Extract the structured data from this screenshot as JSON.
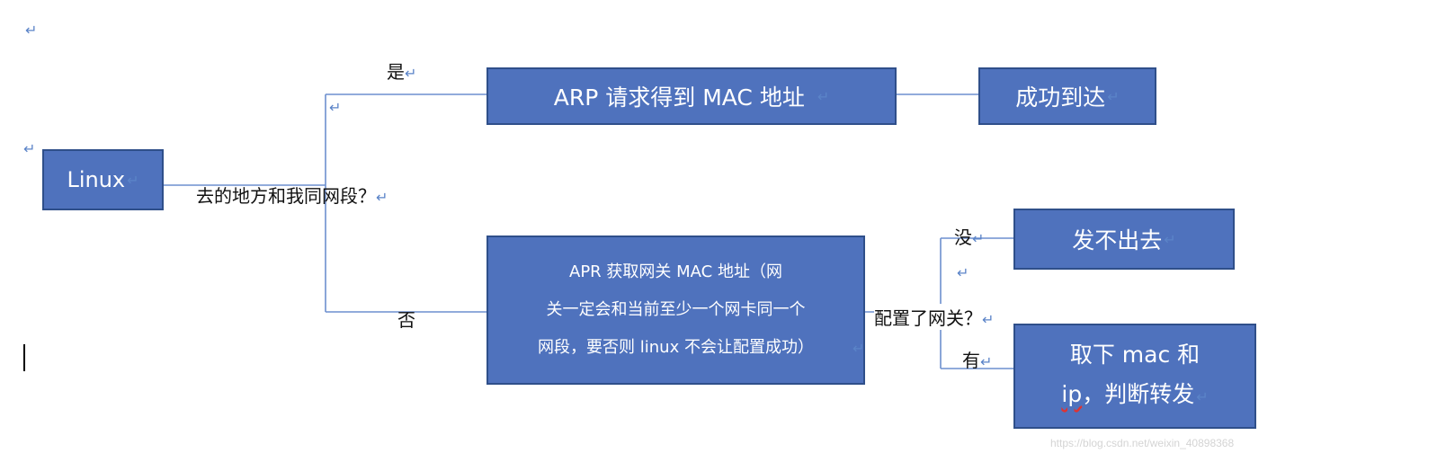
{
  "nodes": {
    "linux": "Linux",
    "arp_request": "ARP 请求得到 MAC 地址",
    "success": "成功到达",
    "apr_gateway": "APR 获取网关 MAC 地址（网\n关一定会和当前至少一个网卡同一个\n网段，要否则 linux 不会让配置成功）",
    "send_fail": "发不出去",
    "take_mac_prefix": "取下 mac 和\n",
    "take_mac_ip": "ip",
    "take_mac_suffix": "，判断转发"
  },
  "edges": {
    "same_segment_question": "去的地方和我同网段？",
    "yes": "是",
    "no": "否",
    "gateway_question": "配置了网关？",
    "none": "没",
    "have": "有"
  },
  "watermark": "https://blog.csdn.net/weixin_40898368",
  "colors": {
    "box_fill": "#4f72bd",
    "box_border": "#2f4f8a",
    "connector": "#6d8fcf",
    "return_mark": "#5b84c8"
  },
  "return_mark_symbol": "↵"
}
